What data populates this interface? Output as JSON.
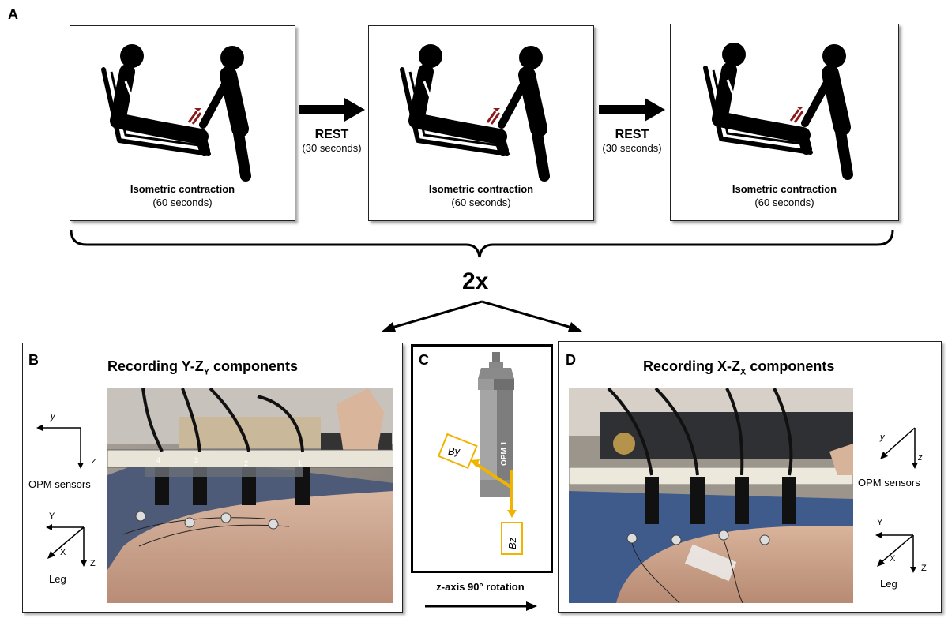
{
  "panels": {
    "a": "A",
    "b": "B",
    "c": "C",
    "d": "D"
  },
  "protocol": {
    "stages": [
      {
        "title": "Isometric contraction",
        "duration": "(60 seconds)"
      },
      {
        "title": "Isometric contraction",
        "duration": "(60 seconds)"
      },
      {
        "title": "Isometric contraction",
        "duration": "(60 seconds)"
      }
    ],
    "rests": [
      {
        "title": "REST",
        "duration": "(30 seconds)"
      },
      {
        "title": "REST",
        "duration": "(30 seconds)"
      }
    ],
    "repeat": "2x"
  },
  "panel_b": {
    "title_main": "Recording Y-Z",
    "title_sub": "Y",
    "title_suffix": " components",
    "opm_axes": {
      "first": "y",
      "second": "z"
    },
    "opm_label": "OPM sensors",
    "leg_axes": {
      "up": "Y",
      "diag": "X",
      "down": "Z"
    },
    "leg_label": "Leg",
    "sensor_numbers": [
      "4",
      "3",
      "2",
      "1"
    ]
  },
  "panel_c": {
    "sensor_label": "OPM 1",
    "vector_y": "By",
    "vector_z": "Bz",
    "rotation_label": "z-axis 90° rotation"
  },
  "panel_d": {
    "title_main": "Recording X-Z",
    "title_sub": "X",
    "title_suffix": " components",
    "opm_axes": {
      "first": "y",
      "second": "z"
    },
    "opm_label": "OPM sensors",
    "leg_axes": {
      "up": "Y",
      "diag": "X",
      "down": "Z"
    },
    "leg_label": "Leg"
  },
  "colors": {
    "accent_yellow": "#f0b400",
    "force_arrow": "#8b1a1a"
  }
}
